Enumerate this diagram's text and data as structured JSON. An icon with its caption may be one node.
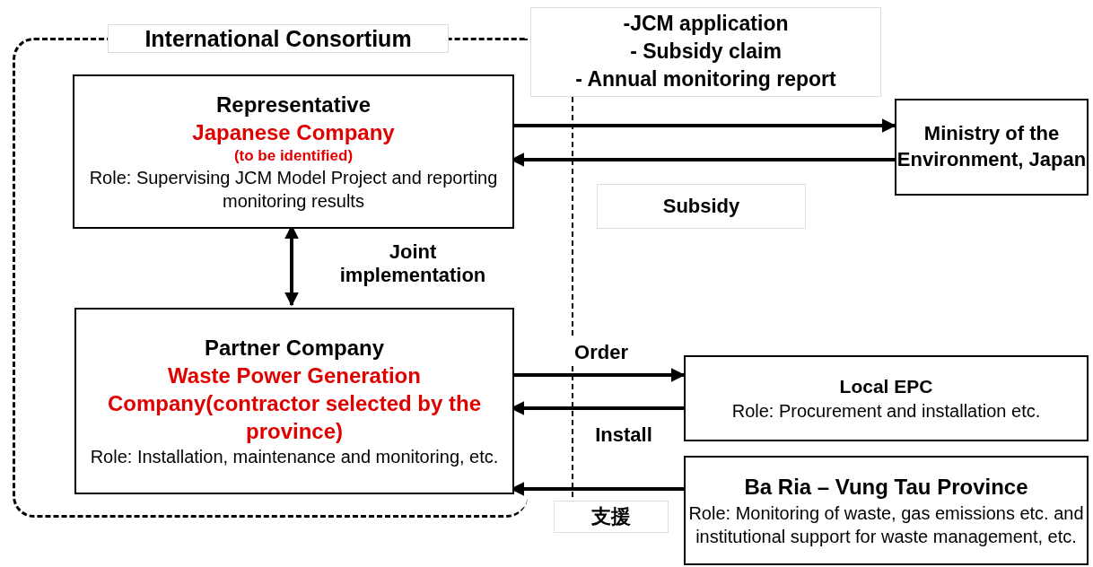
{
  "diagram": {
    "nodes": [
      {
        "text": [
          "International Consortium"
        ]
      },
      {
        "text": [
          "Representative",
          "Japanese Company",
          "(to be identified)",
          "Role: Supervising JCM Model Project and reporting monitoring results"
        ],
        "in": 0
      },
      {
        "text": [
          "Partner Company",
          "Waste Power Generation Company(contractor selected by the province)",
          "Role: Installation, maintenance and monitoring, etc."
        ],
        "in": 0
      },
      {
        "text": [
          "Ministry of the Environment, Japan"
        ]
      },
      {
        "text": [
          "Local EPC",
          "Role: Procurement and installation etc."
        ]
      },
      {
        "text": [
          "Ba Ria – Vung Tau Province",
          "Role: Monitoring of waste, gas emissions etc. and institutional support for waste management, etc."
        ]
      }
    ],
    "edges": [
      {
        "from": 1,
        "to": 3,
        "arrow": "to"
      },
      {
        "from": 3,
        "to": 1,
        "arrow": "to",
        "label": "Subsidy"
      },
      {
        "from": 1,
        "to": 2,
        "arrow": "both",
        "label": "Joint implementation"
      },
      {
        "from": 2,
        "to": 4,
        "arrow": "to",
        "label": "Order"
      },
      {
        "from": 4,
        "to": 2,
        "arrow": "to",
        "label": "Install"
      },
      {
        "from": 5,
        "to": 2,
        "arrow": "to",
        "label": "支援"
      }
    ],
    "labels": [
      "-JCM application",
      "- Subsidy claim",
      "- Annual monitoring report"
    ]
  }
}
